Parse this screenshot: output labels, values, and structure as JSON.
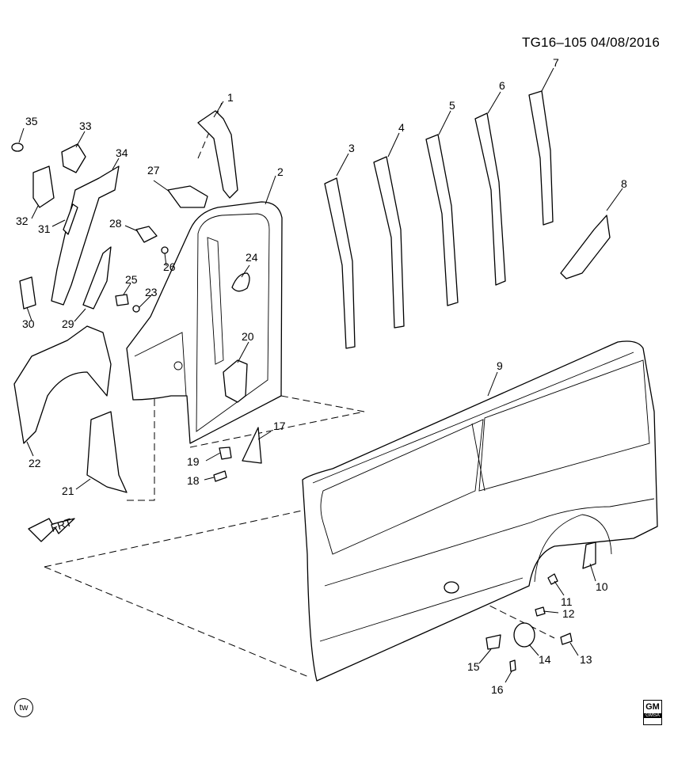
{
  "header": {
    "diagram_id": "TG16–105  04/08/2016"
  },
  "callouts": {
    "c1": "1",
    "c2": "2",
    "c3": "3",
    "c4": "4",
    "c5": "5",
    "c6": "6",
    "c7": "7",
    "c8": "8",
    "c9": "9",
    "c10": "10",
    "c11": "11",
    "c12": "12",
    "c13": "13",
    "c14": "14",
    "c15": "15",
    "c16": "16",
    "c17": "17",
    "c18": "18",
    "c19": "19",
    "c20": "20",
    "c21": "21",
    "c22": "22",
    "c23": "23",
    "c24": "24",
    "c25": "25",
    "c26": "26",
    "c27": "27",
    "c28": "28",
    "c29": "29",
    "c30": "30",
    "c31": "31",
    "c32": "32",
    "c33": "33",
    "c34": "34",
    "c35": "35"
  },
  "direction_indicator": {
    "label": "FRT",
    "icon": "front-arrow-icon"
  },
  "footer": {
    "left_badge": "tw",
    "right_logo": "GM",
    "right_logo_sub": "GMSA"
  }
}
